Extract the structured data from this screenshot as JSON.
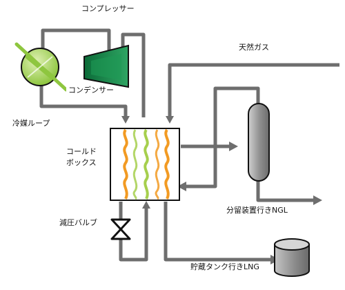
{
  "labels": {
    "compressor": "コンプレッサー",
    "natural_gas": "天然ガス",
    "condenser": "コンデンサー",
    "refrigerant_loop": "冷媒ループ",
    "cold_box_line1": "コールド",
    "cold_box_line2": "ボックス",
    "expansion_valve": "減圧バルブ",
    "ngl_to_fractionator": "分留装置行きNGL",
    "lng_to_storage": "貯蔵タンク行きLNG"
  },
  "colors": {
    "pipe": "#6e6e6e",
    "outline": "#111111",
    "condenser_fill": "#13844a",
    "fan_fill": "#a6cf4d",
    "fan_blade": "#8ec63f",
    "wavy_orange": "#f29a22",
    "wavy_green": "#a6cf4d",
    "column_fill": "#9a9a9a",
    "tank_fill": "#8e8e8e"
  },
  "icons": {
    "compressor_fan": "fan-icon",
    "condenser": "condenser-icon",
    "cold_box": "heat-exchanger-icon",
    "expansion_valve": "valve-icon",
    "fractionator": "distillation-column-icon",
    "storage_tank": "storage-tank-icon"
  }
}
